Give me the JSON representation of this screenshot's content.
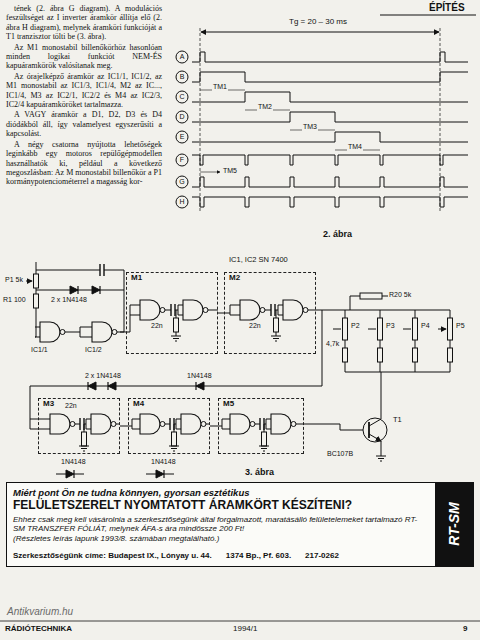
{
  "diagram": {
    "nodes": [
      {
        "text": [
          "Miért pont Ön ne tudna könnyen, gyorsan esztétikus",
          "FELÜLETSZERELT NYOMTATOTT ÁRAMKÖRT KÉSZÍTENI?",
          "Ehhez csak meg kell vásárolnia a szerkesztőségünk által forgalmazott, maratásálló felületelemeket tartalmazó RT-SM TRANSZFER FÓLIÁT, melynek ÁFA-s ára mindössze 200 Ft!",
          "(Részletes leírás lapunk 1993/8. számában megtalálható.)",
          "Szerkesztőségünk címe: Budapest IX., Lónyay u. 44.",
          "1374 Bp., Pf. 603.",
          "217-0262"
        ]
      },
      {
        "text": [
          "RT-SM"
        ],
        "in": 0
      },
      {
        "text": [
          "M1"
        ]
      },
      {
        "text": [
          "M2"
        ]
      },
      {
        "text": [
          "M3"
        ]
      },
      {
        "text": [
          "M4"
        ]
      },
      {
        "text": [
          "M5"
        ]
      }
    ],
    "edges": [
      {
        "from": 2,
        "to": 3,
        "arrow": "none"
      },
      {
        "from": 4,
        "to": 5,
        "arrow": "none"
      },
      {
        "from": 5,
        "to": 6,
        "arrow": "none"
      }
    ],
    "labels": [
      "ÉPÍTÉS",
      "tének (2. ábra G diagram). A modulációs feszültséget az I inverter áramkör állítja elő (2. ábra H diagram), melynek áramköri funkcióját a T1 tranzisztor tölti be (3. ábra).",
      "Az M1 monostabil billenőkörhöz hasonlóan minden logikai funkciót NEM-ÉS kapuáramkörök valósítanak meg.",
      "Az órajelképző áramkör az IC1/1, IC1/2, az M1 monostabil az IC1/3, IC1/4, M2 az IC..., IC1/4, M3 az IC2/1, IC2/2 és M4 az IC2/3, IC2/4 kapuáramköröket tartalmazza.",
      "A VAGY áramkör a D1, D2, D3 és D4 diódákból áll, így valamelyest egyszerűsíti a kapcsolást.",
      "A négy csatorna nyújtotta lehetőségek leginkább egy motoros repülőgépmodellen használhatók ki, például a következő megoszlásban: Az M monostabil billenőkör a P1 kormánypotenciométerrel a magasság kor-",
      "Tg = 20 – 30 ms",
      "A",
      "B",
      "C",
      "D",
      "E",
      "F",
      "G",
      "H",
      "TM1",
      "TM2",
      "TM3",
      "TM4",
      "TM5",
      "2. ábra",
      "IC1, IC2 SN 7400",
      "P1 5k",
      "R1 100",
      "IC1/1",
      "IC1/2",
      "2 x 1N4148",
      "2 x 1N4148",
      "22n",
      "22n",
      "1N4148",
      "R20 5k",
      "P2",
      "P3",
      "P4",
      "P5",
      "4,7k",
      "1N4148",
      "1N4148",
      "22n",
      "BC107B",
      "T1",
      "3. ábra",
      "RÁDIÓTECHNIKA",
      "1994/1",
      "9",
      "Antikvarium.hu"
    ]
  }
}
